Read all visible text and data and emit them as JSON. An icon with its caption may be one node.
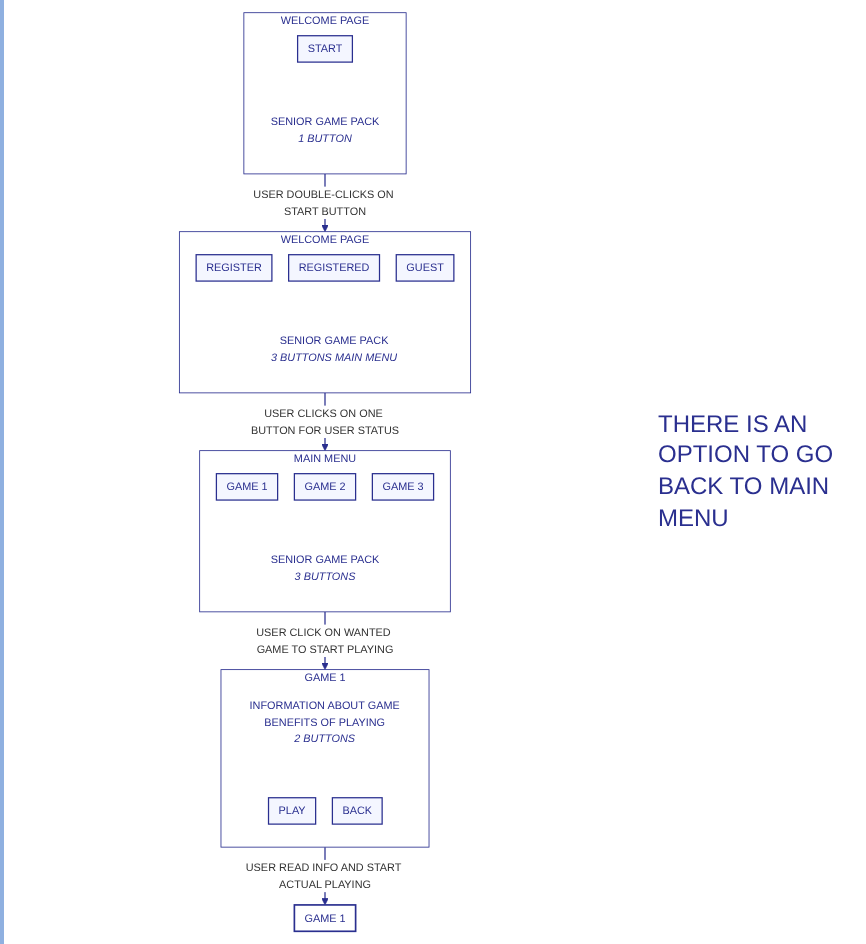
{
  "diagram": {
    "nodes": [
      {
        "text": [
          "WELCOME PAGE",
          "SENIOR GAME PACK"
        ],
        "beside": [
          "1 BUTTON"
        ]
      },
      {
        "text": [
          "START"
        ],
        "in": 0
      },
      {
        "text": [
          "WELCOME PAGE",
          "SENIOR GAME PACK"
        ],
        "beside": [
          "3 BUTTONS MAIN MENU"
        ]
      },
      {
        "text": [
          "REGISTER"
        ],
        "in": 2
      },
      {
        "text": [
          "REGISTERED"
        ],
        "in": 2
      },
      {
        "text": [
          "GUEST"
        ],
        "in": 2
      },
      {
        "text": [
          "MAIN MENU",
          "SENIOR GAME PACK"
        ],
        "beside": [
          "3 BUTTONS"
        ]
      },
      {
        "text": [
          "GAME 1"
        ],
        "in": 6
      },
      {
        "text": [
          "GAME 2"
        ],
        "in": 6
      },
      {
        "text": [
          "GAME 3"
        ],
        "in": 6
      },
      {
        "text": [
          "GAME 1",
          "INFORMATION ABOUT GAME",
          "BENEFITS OF PLAYING"
        ],
        "beside": [
          "2 BUTTONS"
        ]
      },
      {
        "text": [
          "PLAY"
        ],
        "in": 10
      },
      {
        "text": [
          "BACK"
        ],
        "in": 10
      },
      {
        "text": [
          "GAME 1"
        ]
      }
    ],
    "edges": [
      {
        "from": 0,
        "to": 2,
        "arrow": "to",
        "label": "USER DOUBLE-CLICKS ON START BUTTON"
      },
      {
        "from": 2,
        "to": 6,
        "arrow": "to",
        "label": "USER CLICKS ON ONE BUTTON FOR USER STATUS"
      },
      {
        "from": 6,
        "to": 10,
        "arrow": "to",
        "label": "USER CLICK ON WANTED GAME TO START PLAYING"
      },
      {
        "from": 10,
        "to": 13,
        "arrow": "to",
        "label": "USER READ INFO AND START ACTUAL PLAYING"
      }
    ],
    "labels": [
      "THERE IS AN OPTION TO GO BACK TO MAIN MENU"
    ]
  }
}
